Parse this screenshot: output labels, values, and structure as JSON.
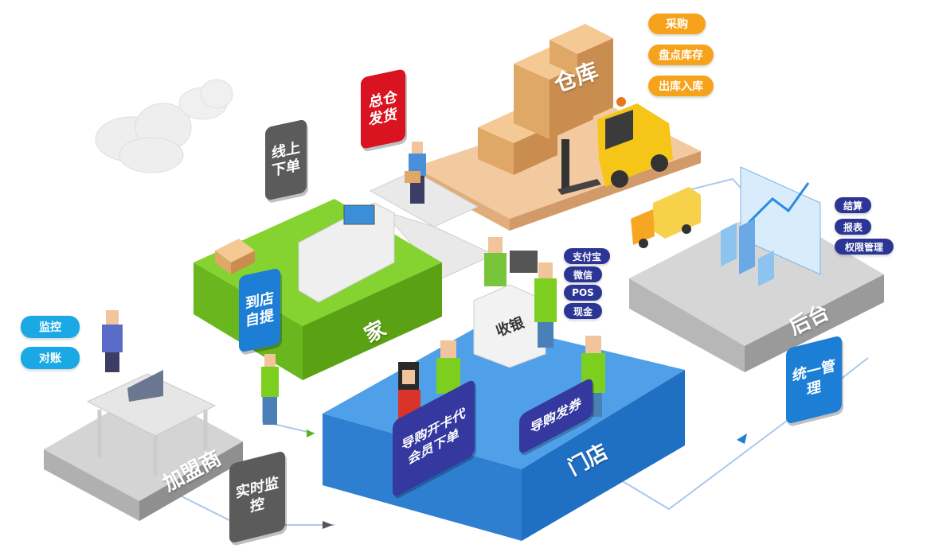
{
  "warehouse": {
    "label": "仓库",
    "tags": [
      "采购",
      "盘点库存",
      "出库入库"
    ]
  },
  "home": {
    "label": "家"
  },
  "store": {
    "label": "门店",
    "cashier": "收银"
  },
  "backend": {
    "label": "后台",
    "tags": [
      "结算",
      "报表",
      "权限管理"
    ]
  },
  "franchisee": {
    "label": "加盟商",
    "tags": [
      "监控",
      "对账"
    ]
  },
  "payments": [
    "支付宝",
    "微信",
    "POS",
    "现金"
  ],
  "flows": {
    "online_order": "线上下单",
    "central_ship": "总仓发货",
    "store_pickup": "到店自提",
    "guide_card": "导购开卡代会员下单",
    "guide_coupon": "导购发券",
    "unified_mgmt": "统一管理",
    "realtime_monitor": "实时监控"
  },
  "colors": {
    "orange": "#f7a21b",
    "cyan": "#1aa9e4",
    "navy": "#2b3595",
    "green": "#7ccf1f",
    "blue": "#2d86df",
    "gray": "#9c9c9c",
    "red": "#d9131f",
    "tan": "#f0c197"
  }
}
